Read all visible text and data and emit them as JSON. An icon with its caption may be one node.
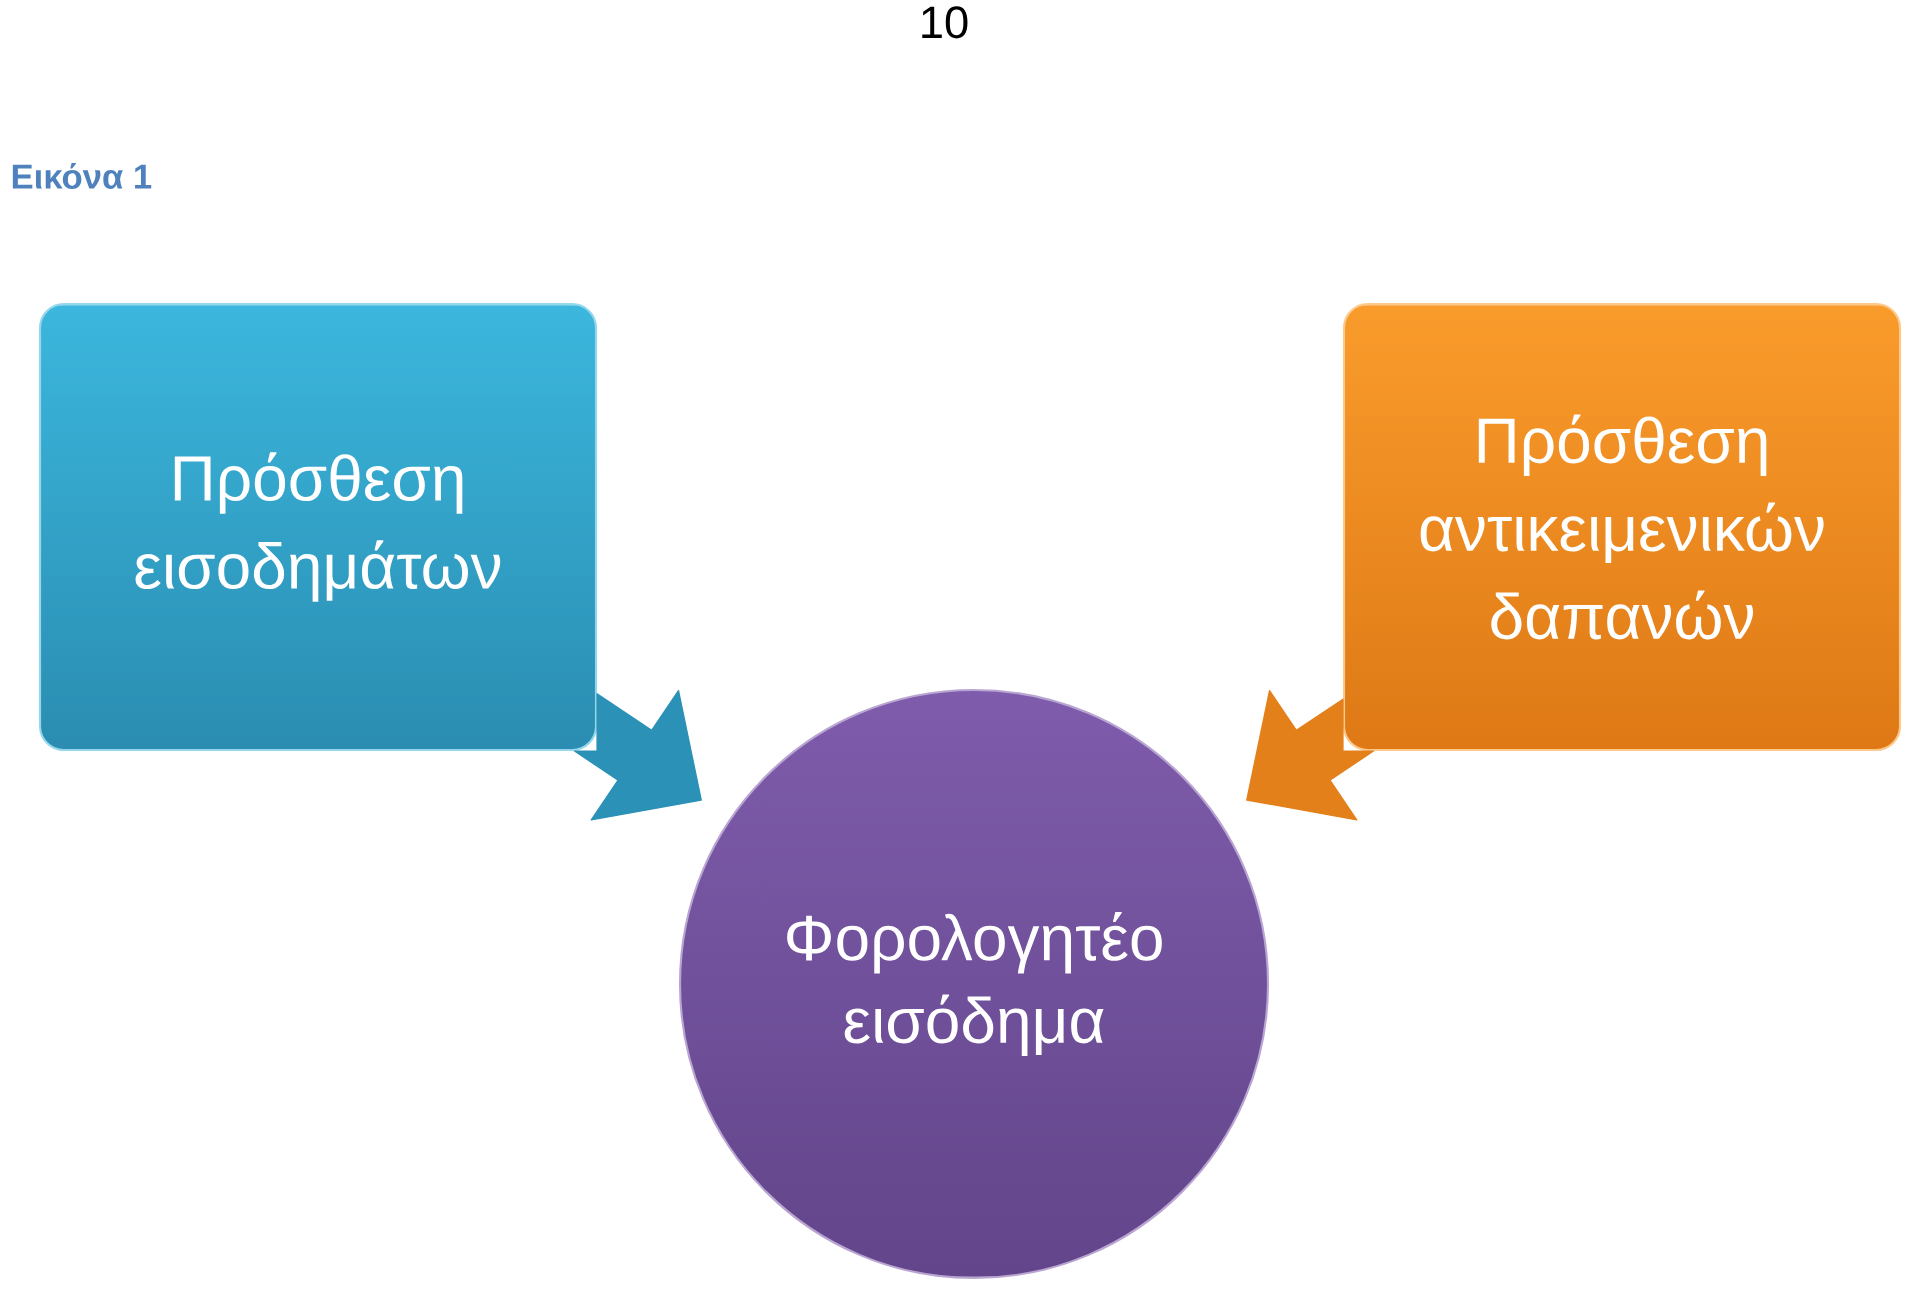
{
  "diagram": {
    "caption": "Εικόνα 1",
    "nodes": [
      {
        "text": [
          "Πρόσθεση εισοδημάτων"
        ]
      },
      {
        "text": [
          "Πρόσθεση αντικειμενικών δαπανών"
        ]
      },
      {
        "text": [
          "Φορολογητέο εισόδημα"
        ]
      }
    ],
    "edges": [
      {
        "from": 0,
        "to": 2,
        "arrow": "to",
        "color": "#2b91b6"
      },
      {
        "from": 1,
        "to": 2,
        "arrow": "to",
        "color": "#e3801a"
      }
    ],
    "labels": [
      "10"
    ]
  }
}
